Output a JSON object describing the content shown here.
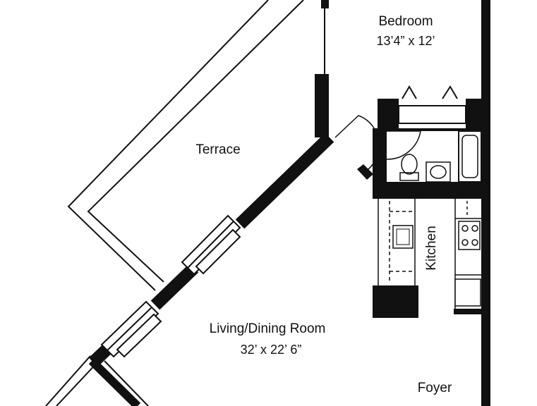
{
  "rooms": {
    "bedroom": {
      "name": "Bedroom",
      "dims": "13’4” x 12’"
    },
    "terrace": {
      "name": "Terrace"
    },
    "kitchen": {
      "name": "Kitchen"
    },
    "living": {
      "name": "Living/Dining Room",
      "dims": "32’ x 22’ 6”"
    },
    "foyer": {
      "name": "Foyer"
    }
  },
  "colors": {
    "wall": "#111111",
    "line": "#111111",
    "background": "#ffffff"
  }
}
